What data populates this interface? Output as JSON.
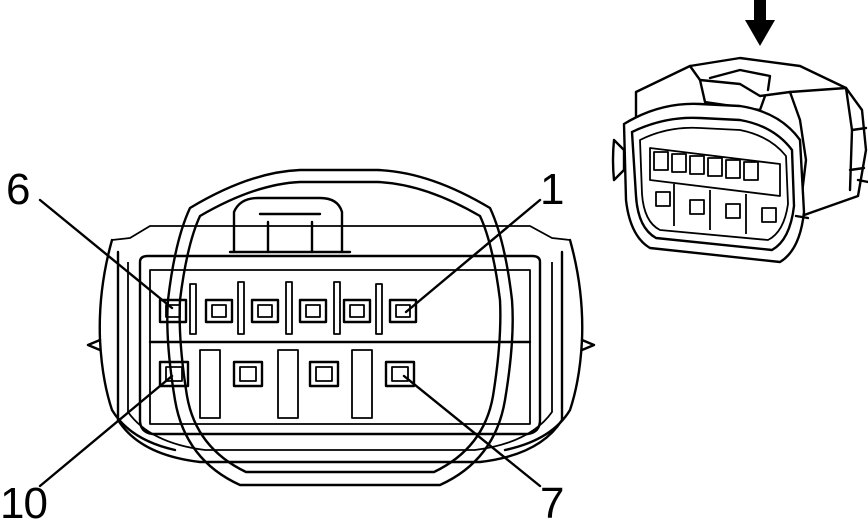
{
  "connector": {
    "pin_labels": [
      {
        "id": "pin-1",
        "text": "1"
      },
      {
        "id": "pin-6",
        "text": "6"
      },
      {
        "id": "pin-7",
        "text": "7"
      },
      {
        "id": "pin-10",
        "text": "10"
      }
    ]
  },
  "icons": [
    "view-direction-arrow-icon",
    "connector-3d-icon"
  ]
}
